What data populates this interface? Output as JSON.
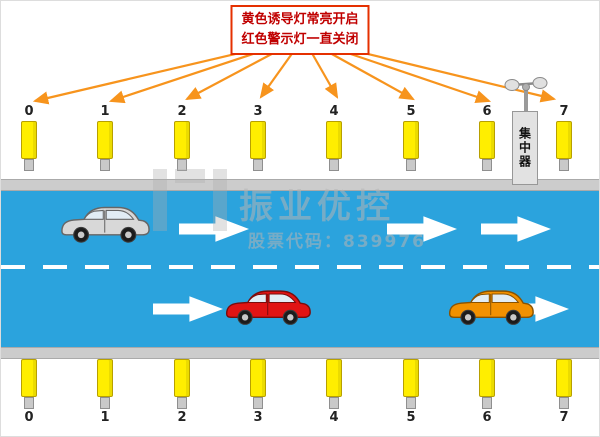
{
  "title": {
    "line1": "黄色诱导灯常亮开启",
    "line2": "红色警示灯一直关闭"
  },
  "lamps": {
    "top": [
      "0",
      "1",
      "2",
      "3",
      "4",
      "5",
      "6",
      "7"
    ],
    "bottom": [
      "0",
      "1",
      "2",
      "3",
      "4",
      "5",
      "6",
      "7"
    ]
  },
  "concentrator": {
    "label": "集中器"
  },
  "watermark": {
    "brand": "振业优控",
    "stock": "股票代码：839976"
  },
  "colors": {
    "road": "#2ba3dd",
    "lamp": "#ffee00",
    "arrow": "#f7941d",
    "accent": "#e53000",
    "title_text": "#c00000",
    "car_silver": "#d8d8d8",
    "car_red": "#e11414",
    "car_orange": "#f29100"
  }
}
